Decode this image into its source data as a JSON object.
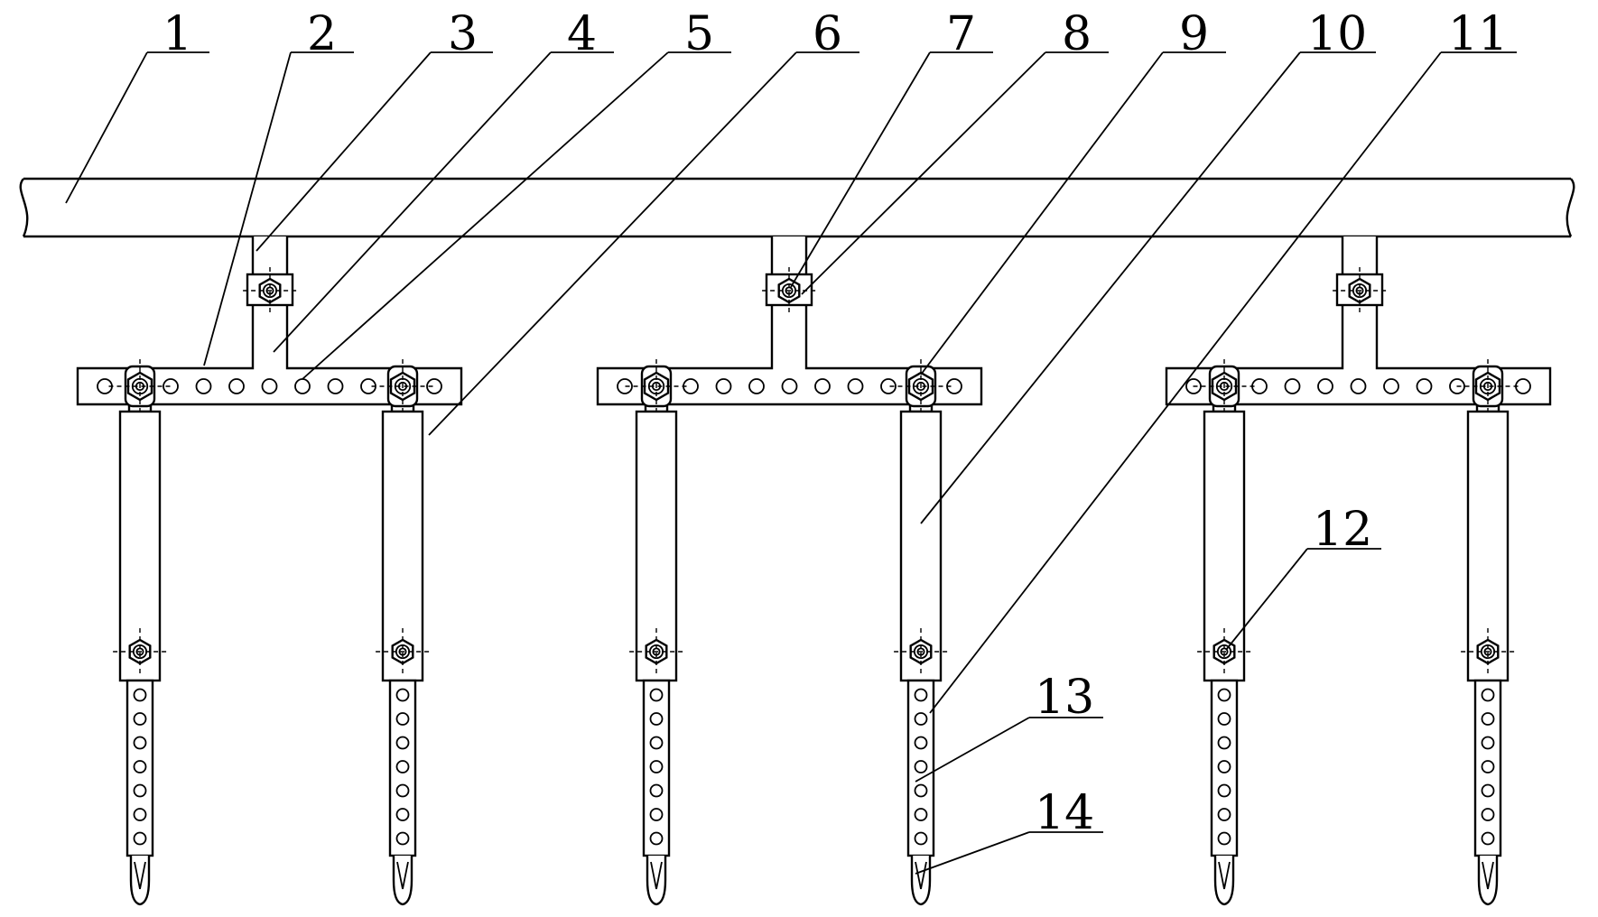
{
  "labels": [
    "1",
    "2",
    "3",
    "4",
    "5",
    "6",
    "7",
    "8",
    "9",
    "10",
    "11",
    "12",
    "13",
    "14"
  ],
  "units": 3,
  "bar_holes": 11,
  "rod_holes": 7
}
